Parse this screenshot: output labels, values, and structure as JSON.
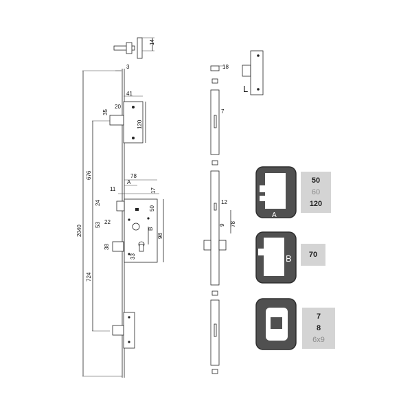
{
  "dimensions": {
    "d14": "14",
    "d3": "3",
    "d18": "18",
    "d41": "41",
    "d20": "20",
    "d35": "35",
    "d120": "120",
    "d7": "7",
    "d676": "676",
    "d78a": "78",
    "dA": "A",
    "d11": "11",
    "d17": "17",
    "d24": "24",
    "d50": "50",
    "d12": "12",
    "d2040": "2040",
    "d53": "53",
    "d22": "22",
    "dB": "B",
    "d98": "98",
    "d9": "9",
    "d78b": "78",
    "d38": "38",
    "d33": "33",
    "d724": "724"
  },
  "hand_label": "L",
  "backset_icon": {
    "label": "A",
    "options": [
      {
        "text": "50",
        "active": true
      },
      {
        "text": "60",
        "active": false
      },
      {
        "text": "120",
        "active": true
      }
    ]
  },
  "center_icon": {
    "label": "B",
    "options": [
      {
        "text": "70",
        "active": true
      }
    ]
  },
  "spindle_icon": {
    "options": [
      {
        "text": "7",
        "active": true
      },
      {
        "text": "8",
        "active": true
      },
      {
        "text": "6x9",
        "active": false
      }
    ]
  },
  "colors": {
    "icon_dark": "#505050",
    "icon_border": "#2e2e2e",
    "panel_grey": "#d4d4d4",
    "text_active": "#222222",
    "text_inactive": "#8c8c8c"
  }
}
